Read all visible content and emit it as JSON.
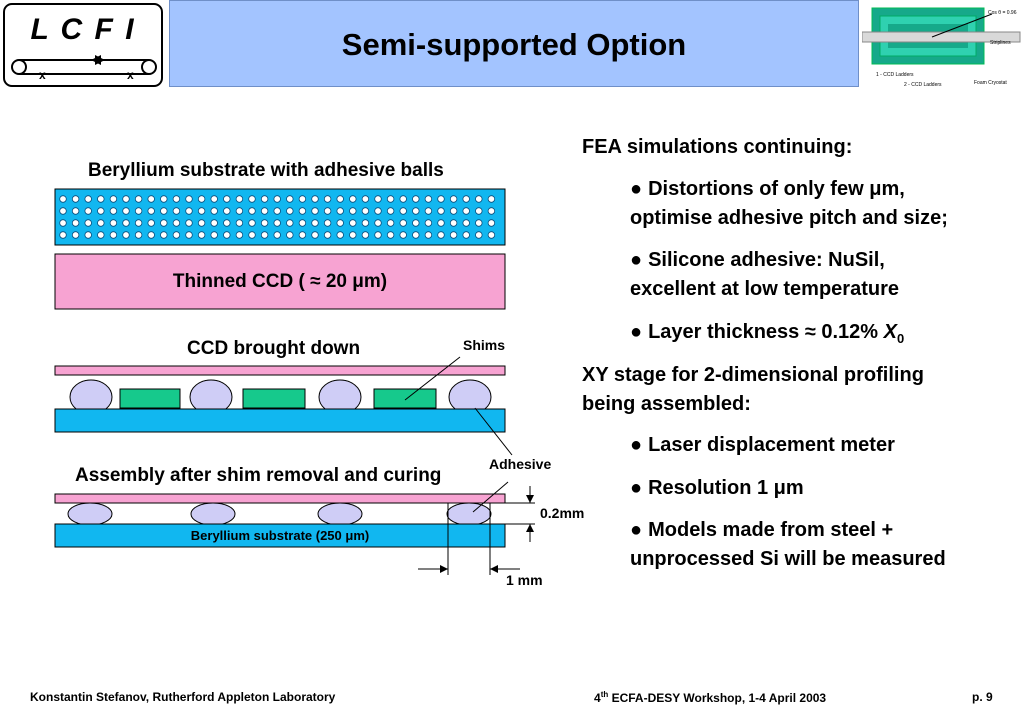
{
  "logo": {
    "text": "L C F I"
  },
  "title": "Semi-supported Option",
  "thumbnail": {
    "lines": [
      "Cos θ = 0.96",
      "Striplines",
      "Foam Cryostat",
      "1 - CCD Ladders",
      "2 - CCD Ladders"
    ]
  },
  "diagram": {
    "caption1": "Beryllium substrate with adhesive balls",
    "ccd_label": "Thinned CCD ( ≈ 20 μm)",
    "caption2": "CCD brought down",
    "shims_label": "Shims",
    "caption3": "Assembly after shim removal and curing",
    "adhesive_label": "Adhesive",
    "gap_label": "0.2mm",
    "substrate_label": "Beryllium substrate (250 μm)",
    "pitch_label": "1 mm"
  },
  "text": {
    "fea": "FEA simulations continuing:",
    "b1_line1": "Distortions of only few μm,",
    "b1_line2": "optimise adhesive pitch and size;",
    "b2_line1": "Silicone adhesive: NuSil,",
    "b2_line2": "excellent at low temperature",
    "b3_main": "Layer thickness ≈ 0.12% ",
    "b3_x": "X",
    "b3_sub": "0",
    "xy_line1": "XY stage for 2-dimensional profiling",
    "xy_line2": "being assembled:",
    "b4": "Laser displacement meter",
    "b5": "Resolution 1 μm",
    "b6_line1": "Models made from steel +",
    "b6_line2": "unprocessed Si will be measured"
  },
  "footer": {
    "left": "Konstantin Stefanov, Rutherford Appleton Laboratory",
    "center_pre": "4",
    "center_sup": "th",
    "center_post": " ECFA-DESY Workshop, 1-4 April 2003",
    "page": "p. 9"
  },
  "colors": {
    "title_bg": "#a3c4ff",
    "substrate": "#11b7f0",
    "ccd_pink": "#f7a3d2",
    "adhesive": "#cfcdf6",
    "shim_green": "#16c98c"
  }
}
